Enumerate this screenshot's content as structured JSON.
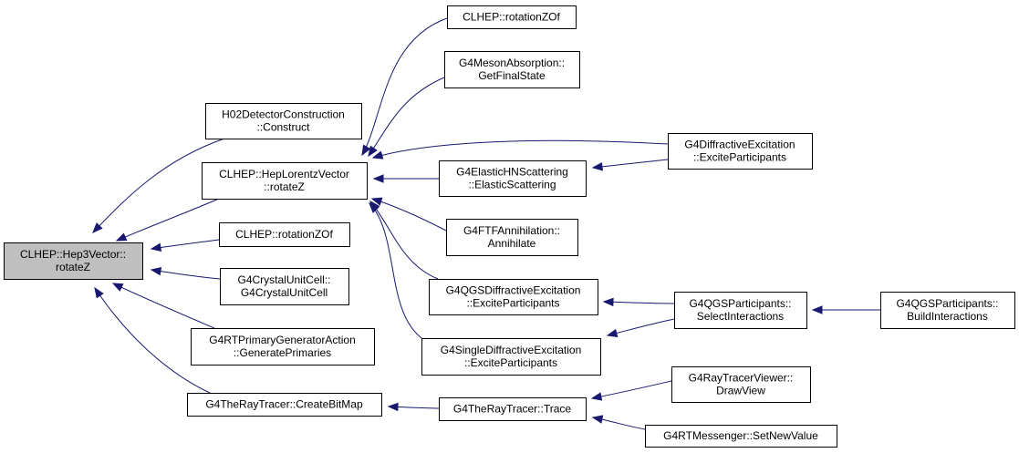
{
  "diagram": {
    "edge_color": "#191970",
    "root_fill": "#bfbfbf",
    "nodes": [
      {
        "id": "n0",
        "lines": [
          "CLHEP::Hep3Vector::",
          "rotateZ"
        ],
        "root": true
      },
      {
        "id": "n1",
        "lines": [
          "H02DetectorConstruction",
          "::Construct"
        ]
      },
      {
        "id": "n2",
        "lines": [
          "CLHEP::HepLorentzVector",
          "::rotateZ"
        ]
      },
      {
        "id": "n3",
        "lines": [
          "CLHEP::rotationZOf"
        ]
      },
      {
        "id": "n4",
        "lines": [
          "G4CrystalUnitCell::",
          "G4CrystalUnitCell"
        ]
      },
      {
        "id": "n5",
        "lines": [
          "G4RTPrimaryGeneratorAction",
          "::GeneratePrimaries"
        ]
      },
      {
        "id": "n6",
        "lines": [
          "G4TheRayTracer::CreateBitMap"
        ]
      },
      {
        "id": "n7",
        "lines": [
          "CLHEP::rotationZOf"
        ]
      },
      {
        "id": "n8",
        "lines": [
          "G4MesonAbsorption::",
          "GetFinalState"
        ]
      },
      {
        "id": "n9",
        "lines": [
          "G4ElasticHNScattering",
          "::ElasticScattering"
        ]
      },
      {
        "id": "n10",
        "lines": [
          "G4FTFAnnihilation::",
          "Annihilate"
        ]
      },
      {
        "id": "n11",
        "lines": [
          "G4QGSDiffractiveExcitation",
          "::ExciteParticipants"
        ]
      },
      {
        "id": "n12",
        "lines": [
          "G4SingleDiffractiveExcitation",
          "::ExciteParticipants"
        ]
      },
      {
        "id": "n13",
        "lines": [
          "G4TheRayTracer::Trace"
        ]
      },
      {
        "id": "n14",
        "lines": [
          "G4DiffractiveExcitation",
          "::ExciteParticipants"
        ]
      },
      {
        "id": "n15",
        "lines": [
          "G4QGSParticipants::",
          "SelectInteractions"
        ]
      },
      {
        "id": "n16",
        "lines": [
          "G4RayTracerViewer::",
          "DrawView"
        ]
      },
      {
        "id": "n17",
        "lines": [
          "G4RTMessenger::SetNewValue"
        ]
      },
      {
        "id": "n18",
        "lines": [
          "G4QGSParticipants::",
          "BuildInteractions"
        ]
      }
    ],
    "edges": [
      {
        "from": "n1",
        "to": "n0"
      },
      {
        "from": "n2",
        "to": "n0"
      },
      {
        "from": "n3",
        "to": "n0"
      },
      {
        "from": "n4",
        "to": "n0"
      },
      {
        "from": "n5",
        "to": "n0"
      },
      {
        "from": "n6",
        "to": "n0"
      },
      {
        "from": "n7",
        "to": "n2"
      },
      {
        "from": "n8",
        "to": "n2"
      },
      {
        "from": "n14",
        "to": "n2"
      },
      {
        "from": "n9",
        "to": "n2"
      },
      {
        "from": "n10",
        "to": "n2"
      },
      {
        "from": "n11",
        "to": "n2"
      },
      {
        "from": "n12",
        "to": "n2"
      },
      {
        "from": "n14",
        "to": "n9"
      },
      {
        "from": "n15",
        "to": "n11"
      },
      {
        "from": "n15",
        "to": "n12"
      },
      {
        "from": "n18",
        "to": "n15"
      },
      {
        "from": "n13",
        "to": "n6"
      },
      {
        "from": "n16",
        "to": "n13"
      },
      {
        "from": "n17",
        "to": "n13"
      }
    ]
  }
}
